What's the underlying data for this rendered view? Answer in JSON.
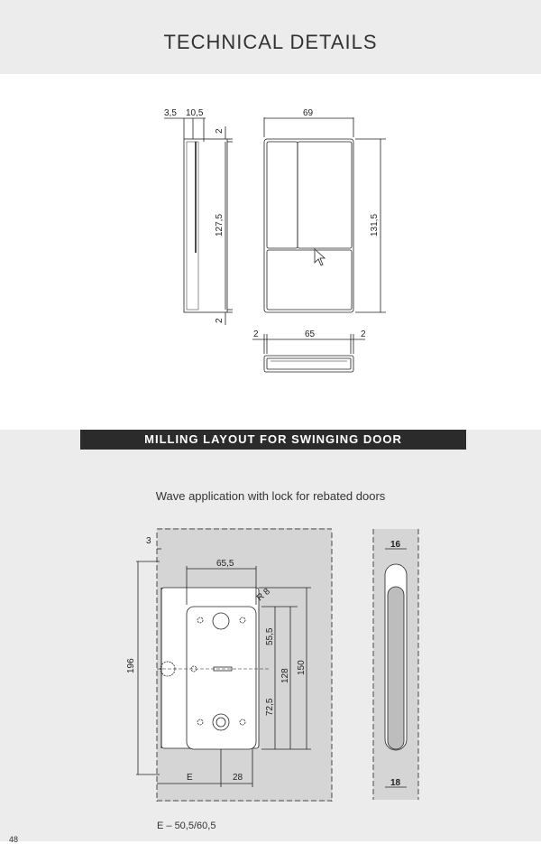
{
  "header": {
    "title": "TECHNICAL DETAILS"
  },
  "top_drawing": {
    "side_view": {
      "dim_a": "3,5",
      "dim_b": "10,5",
      "dim_top": "2",
      "dim_height": "127,5",
      "dim_bottom": "2"
    },
    "front_view": {
      "dim_width": "69",
      "dim_height": "131,5"
    },
    "bottom_view": {
      "dim_left": "2",
      "dim_width": "65",
      "dim_right": "2"
    }
  },
  "section": {
    "title": "MILLING LAYOUT FOR SWINGING DOOR"
  },
  "subtitle": "Wave application with lock for rebated doors",
  "milling_drawing": {
    "dim_3": "3",
    "dim_65_5": "65,5",
    "dim_r8": "R 8",
    "dim_196": "196",
    "dim_55_5": "55,5",
    "dim_72_5": "72,5",
    "dim_128": "128",
    "dim_150": "150",
    "dim_e": "E",
    "dim_28": "28",
    "dim_16": "16",
    "dim_18": "18"
  },
  "footnote": "E – 50,5/60,5",
  "page_number": "48"
}
